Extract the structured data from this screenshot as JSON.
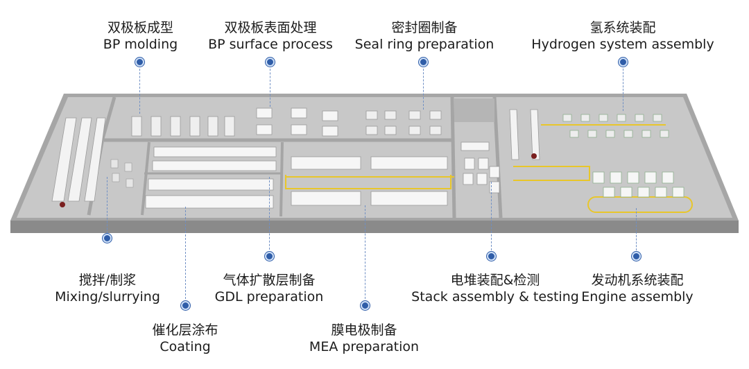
{
  "labels": {
    "bp_molding": {
      "zh": "双极板成型",
      "en": "BP molding"
    },
    "bp_surface": {
      "zh": "双极板表面处理",
      "en": "BP surface process"
    },
    "seal_ring": {
      "zh": "密封圈制备",
      "en": "Seal ring preparation"
    },
    "hydrogen": {
      "zh": "氢系统装配",
      "en": "Hydrogen system assembly"
    },
    "mixing": {
      "zh": "搅拌/制浆",
      "en": "Mixing/slurrying"
    },
    "coating": {
      "zh": "催化层涂布",
      "en": "Coating"
    },
    "gdl": {
      "zh": "气体扩散层制备",
      "en": "GDL preparation"
    },
    "mea": {
      "zh": "膜电极制备",
      "en": "MEA preparation"
    },
    "stack": {
      "zh": "电堆装配&检测",
      "en": "Stack assembly & testing"
    },
    "engine": {
      "zh": "发动机系统装配",
      "en": "Engine assembly"
    }
  },
  "colors": {
    "floor": "#c9c9c9",
    "wall": "#a9a9a9",
    "accent_line": "#e8c62a",
    "marker": "#2f5da8",
    "equipment": "#f2f2f2"
  },
  "icons": {
    "marker": "location-dot-icon"
  }
}
